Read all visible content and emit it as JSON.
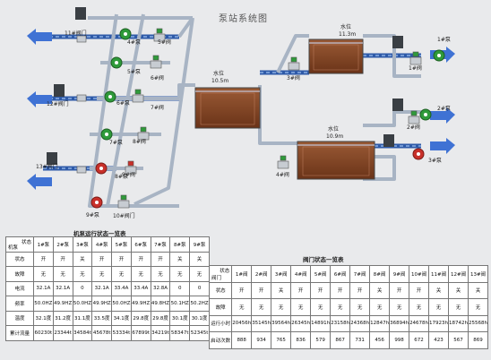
{
  "title": "泵站系统图",
  "tanks": [
    {
      "level_label": "水位",
      "level_value": "10.5m"
    },
    {
      "level_label": "水位",
      "level_value": "11.3m"
    },
    {
      "level_label": "水位",
      "level_value": "10.9m"
    }
  ],
  "diagram_labels": {
    "valve11": "11#阀门",
    "pump4": "4#泵",
    "valve5": "5#阀",
    "pump5": "5#泵",
    "pump6": "6#泵",
    "valve12": "12#阀门",
    "valve6": "6#阀",
    "pump7": "7#泵",
    "valve7": "7#阀",
    "valve13": "13#阀门",
    "pump8": "8#泵",
    "valve8": "8#阀",
    "pump9": "9#泵",
    "valve9": "9#阀",
    "valve10": "10#阀门",
    "valve3": "3#阀",
    "pump1": "1#泵",
    "valve1": "1#阀",
    "pump2": "2#泵",
    "valve2": "2#阀",
    "pump3": "3#泵",
    "valve4": "4#阀"
  },
  "pump_table": {
    "title": "机泵运行状态一览表",
    "corner_top": "状态",
    "corner_bottom": "机泵",
    "columns": [
      "1#泵",
      "2#泵",
      "3#泵",
      "4#泵",
      "5#泵",
      "6#泵",
      "7#泵",
      "8#泵",
      "9#泵"
    ],
    "rows": [
      {
        "label": "状态",
        "values": [
          "开",
          "开",
          "关",
          "开",
          "开",
          "开",
          "开",
          "关",
          "关"
        ]
      },
      {
        "label": "故障",
        "values": [
          "无",
          "无",
          "无",
          "无",
          "无",
          "无",
          "无",
          "无",
          "无"
        ]
      },
      {
        "label": "电流",
        "values": [
          "32.1A",
          "32.1A",
          "0",
          "32.1A",
          "33.4A",
          "33.4A",
          "32.8A",
          "0",
          "0"
        ]
      },
      {
        "label": "频率",
        "values": [
          "50.0HZ",
          "49.9HZ",
          "50.0HZ",
          "49.9HZ",
          "50.0HZ",
          "49.9HZ",
          "49.8HZ",
          "50.1HZ",
          "50.2HZ"
        ]
      },
      {
        "label": "温度",
        "values": [
          "32.1度",
          "31.2度",
          "31.1度",
          "33.5度",
          "34.1度",
          "29.8度",
          "29.8度",
          "30.1度",
          "30.1度"
        ]
      },
      {
        "label": "累计流量",
        "values": [
          "60230t",
          "23344t",
          "34584t",
          "45678t",
          "53334t",
          "67899t",
          "34219t",
          "58347t",
          "52345t"
        ]
      }
    ]
  },
  "valve_table": {
    "title": "阀门状态一览表",
    "corner_top": "状态",
    "corner_bottom": "阀门",
    "columns": [
      "1#阀",
      "2#阀",
      "3#阀",
      "4#阀",
      "5#阀",
      "6#阀",
      "7#阀",
      "8#阀",
      "9#阀",
      "10#阀",
      "11#阀",
      "12#阀",
      "13#阀"
    ],
    "rows": [
      {
        "label": "状态",
        "values": [
          "开",
          "开",
          "关",
          "开",
          "开",
          "开",
          "开",
          "关",
          "开",
          "开",
          "关",
          "关",
          "关"
        ]
      },
      {
        "label": "故障",
        "values": [
          "无",
          "无",
          "无",
          "无",
          "无",
          "无",
          "无",
          "无",
          "无",
          "无",
          "无",
          "无",
          "无"
        ]
      },
      {
        "label": "运行小时",
        "values": [
          "20456h",
          "35145h",
          "39564h",
          "26345h",
          "14891h",
          "23158h",
          "24368h",
          "12847h",
          "36894h",
          "24678h",
          "17923h",
          "18742h",
          "25568h"
        ]
      },
      {
        "label": "启动次数",
        "values": [
          "888",
          "934",
          "765",
          "836",
          "579",
          "867",
          "731",
          "456",
          "998",
          "672",
          "423",
          "567",
          "869"
        ]
      }
    ]
  },
  "colors": {
    "pipe_blue": "#2e5aa8",
    "pipe_gray": "#a8b4c4",
    "tank_brown": "#8b4a2b",
    "pump_green": "#2f9a3a",
    "pump_red": "#c8302a",
    "arrow_blue": "#3f72d4"
  }
}
